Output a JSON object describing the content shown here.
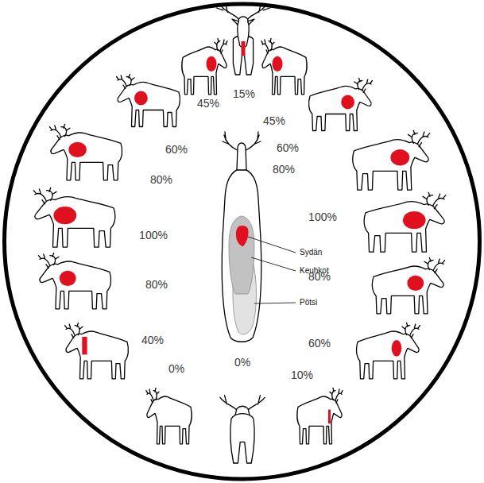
{
  "diagram": {
    "labels": [
      "15%",
      "45%",
      "45%",
      "60%",
      "60%",
      "80%",
      "80%",
      "100%",
      "100%",
      "80%",
      "80%",
      "40%",
      "60%",
      "0%",
      "0%",
      "10%",
      "Sydän",
      "Keuhkot",
      "Pötsi"
    ]
  }
}
